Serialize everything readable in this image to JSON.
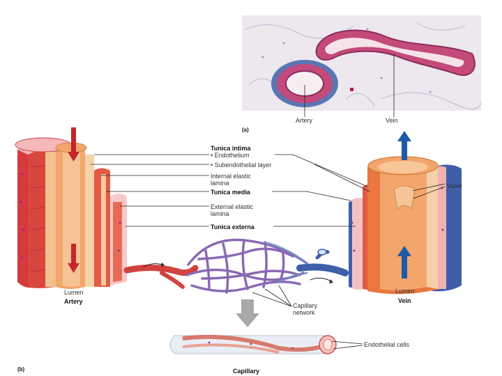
{
  "panel_a": {
    "letter": "(a)",
    "artery_label": "Artery",
    "vein_label": "Vein"
  },
  "panel_b": {
    "letter": "(b)",
    "layers": {
      "tunica_intima": "Tunica intima",
      "endothelium": "• Endothelium",
      "subendothelial": "• Subendothelial layer",
      "internal_elastic_1": "Internal elastic",
      "internal_elastic_2": "lamina",
      "tunica_media": "Tunica media",
      "external_elastic_1": "External elastic",
      "external_elastic_2": "lamina",
      "tunica_externa": "Tunica externa"
    },
    "artery": {
      "lumen": "Lumen",
      "name": "Artery"
    },
    "vein": {
      "lumen": "Lumen",
      "name": "Vein",
      "valve": "Valve"
    },
    "capillary_network_1": "Capillary",
    "capillary_network_2": "network",
    "capillary": {
      "name": "Capillary",
      "endothelial": "Endothelial cells"
    }
  },
  "colors": {
    "artery_red": "#d2423f",
    "tissue_pink": "#f1b7b7",
    "vein_blue": "#3e5fa8",
    "lumen_orange": "#f3a66b",
    "capillary_purple": "#8a69b3",
    "arrow_blue": "#1f5aa6",
    "arrow_red": "#c4262a"
  }
}
